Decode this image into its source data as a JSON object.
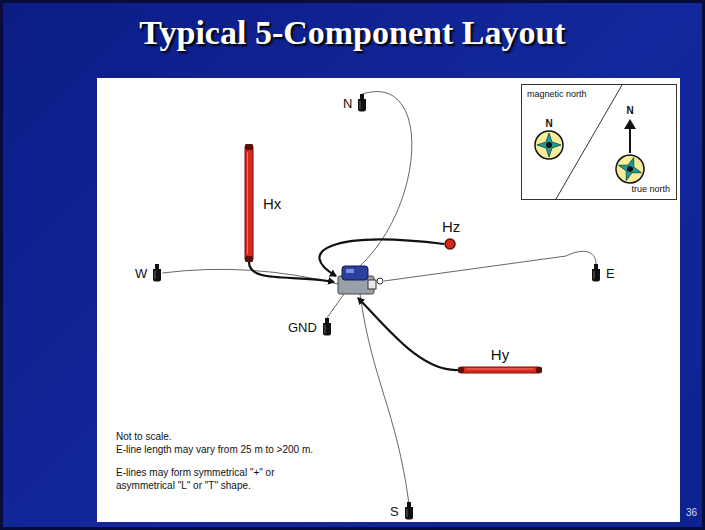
{
  "diagram": {
    "title": "Typical 5-Component Layout",
    "nodes": [
      {
        "text": [
          "N"
        ]
      },
      {
        "text": [
          "magnetic north",
          "N",
          "N",
          "true north"
        ]
      },
      {
        "text": [
          "Hx"
        ]
      },
      {
        "text": [
          "Hz"
        ]
      },
      {
        "text": [
          "W"
        ]
      },
      {
        "text": [
          "E"
        ]
      },
      {
        "text": [
          "GND"
        ]
      },
      {
        "text": [
          "Hy"
        ]
      },
      {
        "text": [
          "S"
        ]
      }
    ],
    "labels": [
      "Not to scale.",
      "E-line length may vary from 25 m to >200 m.",
      "E-lines may form symmetrical \"+\" or asymmetrical \"L\" or \"T\" shape.",
      "36"
    ]
  }
}
